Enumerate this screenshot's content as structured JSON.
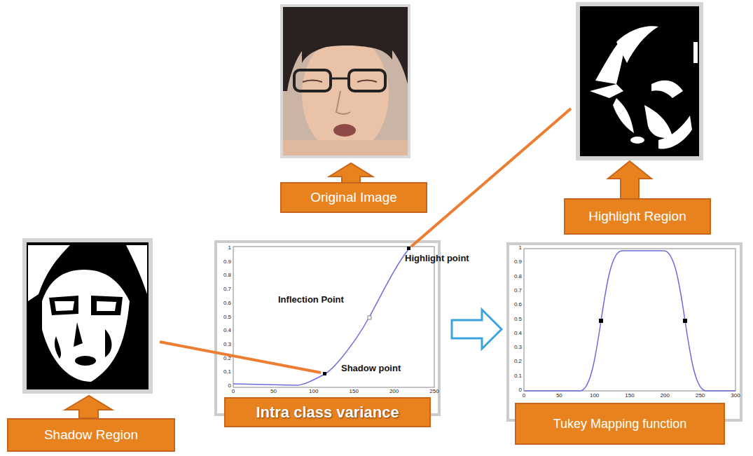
{
  "diagram": {
    "nodes": [
      {
        "text": [
          "Original Image"
        ]
      },
      {
        "text": [
          "Highlight Region"
        ]
      },
      {
        "text": [
          "Intra class variance"
        ]
      },
      {
        "text": [
          "Tukey Mapping function"
        ]
      },
      {
        "text": [
          "Shadow Region"
        ]
      }
    ],
    "labels": [
      "Highlight point",
      "Inflection Point",
      "Shadow point",
      "0",
      "0.1",
      "0.2",
      "0.3",
      "0.4",
      "0.5",
      "0.6",
      "0.7",
      "0.8",
      "0.9",
      "1",
      "0",
      "50",
      "100",
      "150",
      "200",
      "250",
      "0",
      "0.1",
      "0.2",
      "0.3",
      "0.4",
      "0.5",
      "0.6",
      "0.7",
      "0.8",
      "0.9",
      "1",
      "0",
      "50",
      "100",
      "150",
      "200",
      "250",
      "300"
    ]
  }
}
